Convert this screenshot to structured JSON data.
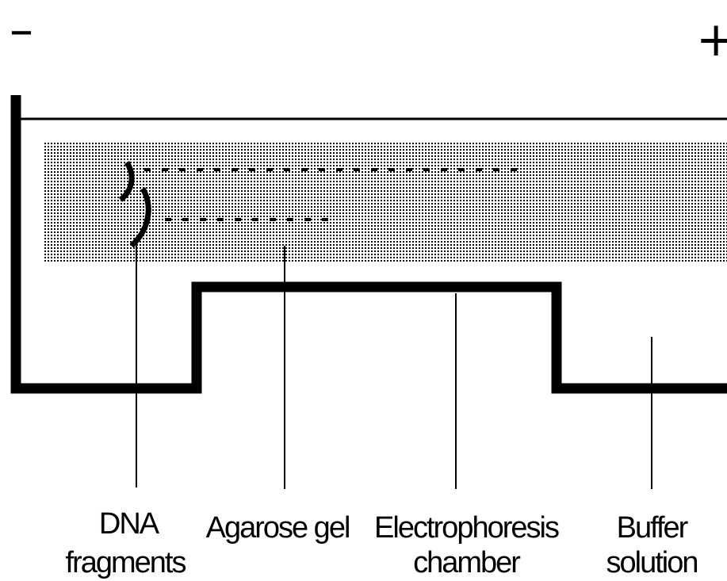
{
  "polarity": {
    "negative": "–",
    "positive": "+"
  },
  "labels": {
    "dna_fragments_line1": "DNA",
    "dna_fragments_line2": "fragments",
    "agarose_gel": "Agarose gel",
    "electrophoresis_chamber_line1": "Electrophoresis",
    "electrophoresis_chamber_line2": "chamber",
    "buffer_solution_line1": "Buffer",
    "buffer_solution_line2": "solution"
  },
  "colors": {
    "ink": "#000000",
    "background": "#ffffff"
  },
  "icons": {
    "well": "well-bracket-icon",
    "band_marks": "dash-mark-icon"
  }
}
